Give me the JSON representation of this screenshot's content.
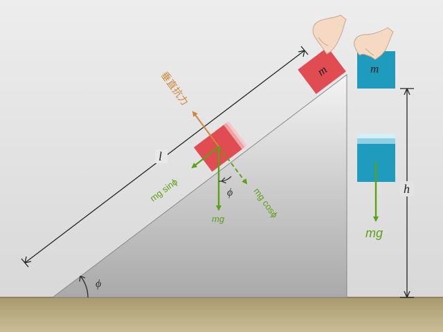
{
  "labels": {
    "length": "l",
    "height": "h",
    "mass_on_slope": "m",
    "mass_falling": "m",
    "normal_force": "垂直抗力",
    "weight_on_slope": "mg",
    "weight_parallel": "mg sinϕ",
    "weight_perpendicular": "mg cosϕ",
    "weight_falling": "mg",
    "angle_base": "ϕ",
    "angle_block": "ϕ"
  },
  "colors": {
    "background": "#e3e3e3",
    "ground": "#b8aa80",
    "block_red": "#e04c52",
    "block_blue": "#1f9bbd",
    "force_green": "#5aa314",
    "normal_orange": "#d4853a",
    "line_dark": "#222222"
  },
  "icons": {
    "hand_left": "hand-icon",
    "hand_right": "hand-icon"
  }
}
